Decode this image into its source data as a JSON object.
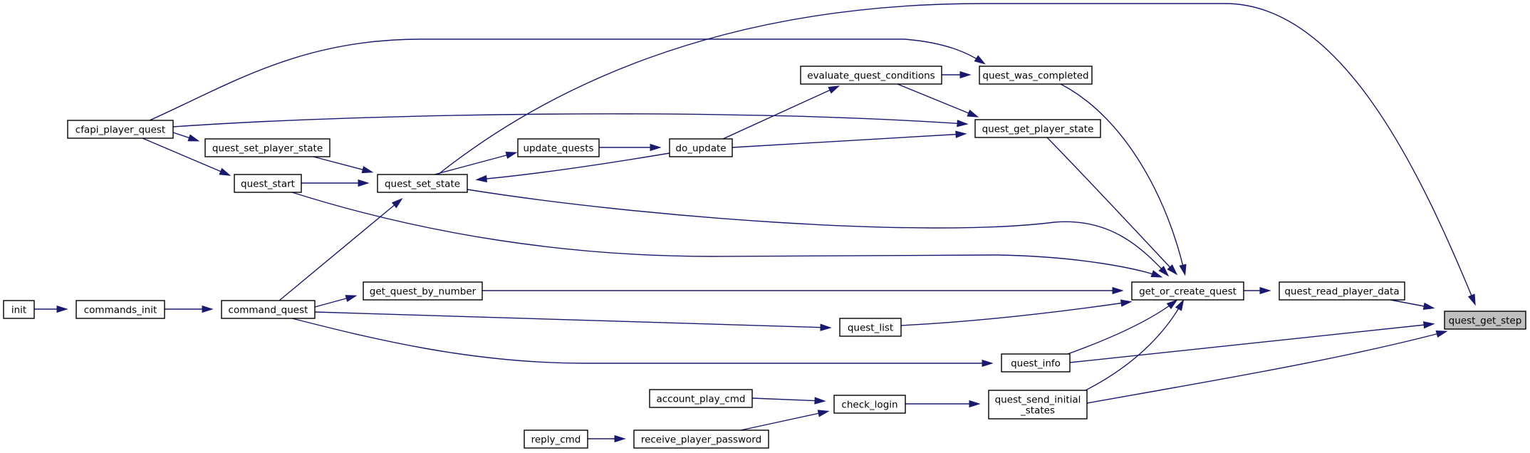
{
  "graph": {
    "title": "",
    "colors": {
      "edge": "#191970",
      "node_border": "#000000",
      "node_fill": "#ffffff",
      "root_fill": "#bfbfbf"
    },
    "nodes": {
      "quest_get_step": {
        "label": "quest_get_step",
        "root": true
      },
      "quest_read_player_data": {
        "label": "quest_read_player_data"
      },
      "get_or_create_quest": {
        "label": "get_or_create_quest"
      },
      "quest_info": {
        "label": "quest_info"
      },
      "quest_send_initial_states": {
        "label": [
          "quest_send_initial",
          "_states"
        ]
      },
      "quest_was_completed": {
        "label": "quest_was_completed"
      },
      "evaluate_quest_conditions": {
        "label": "evaluate_quest_conditions"
      },
      "quest_get_player_state": {
        "label": "quest_get_player_state"
      },
      "do_update": {
        "label": "do_update"
      },
      "update_quests": {
        "label": "update_quests"
      },
      "quest_set_state": {
        "label": "quest_set_state"
      },
      "quest_set_player_state": {
        "label": "quest_set_player_state"
      },
      "quest_start": {
        "label": "quest_start"
      },
      "cfapi_player_quest": {
        "label": "cfapi_player_quest"
      },
      "get_quest_by_number": {
        "label": "get_quest_by_number"
      },
      "quest_list": {
        "label": "quest_list"
      },
      "command_quest": {
        "label": "command_quest"
      },
      "commands_init": {
        "label": "commands_init"
      },
      "init": {
        "label": "init"
      },
      "check_login": {
        "label": "check_login"
      },
      "account_play_cmd": {
        "label": "account_play_cmd"
      },
      "receive_player_password": {
        "label": "receive_player_password"
      },
      "reply_cmd": {
        "label": "reply_cmd"
      }
    },
    "edges": [
      {
        "from": "quest_read_player_data",
        "to": "quest_get_step"
      },
      {
        "from": "quest_set_state",
        "to": "quest_get_step"
      },
      {
        "from": "quest_info",
        "to": "quest_get_step"
      },
      {
        "from": "quest_send_initial_states",
        "to": "quest_get_step"
      },
      {
        "from": "get_or_create_quest",
        "to": "quest_read_player_data"
      },
      {
        "from": "quest_was_completed",
        "to": "get_or_create_quest"
      },
      {
        "from": "quest_get_player_state",
        "to": "get_or_create_quest"
      },
      {
        "from": "quest_set_state",
        "to": "get_or_create_quest"
      },
      {
        "from": "quest_start",
        "to": "get_or_create_quest"
      },
      {
        "from": "get_quest_by_number",
        "to": "get_or_create_quest"
      },
      {
        "from": "quest_list",
        "to": "get_or_create_quest"
      },
      {
        "from": "quest_info",
        "to": "get_or_create_quest"
      },
      {
        "from": "quest_send_initial_states",
        "to": "get_or_create_quest"
      },
      {
        "from": "evaluate_quest_conditions",
        "to": "quest_was_completed"
      },
      {
        "from": "cfapi_player_quest",
        "to": "quest_was_completed"
      },
      {
        "from": "evaluate_quest_conditions",
        "to": "quest_get_player_state"
      },
      {
        "from": "do_update",
        "to": "quest_get_player_state"
      },
      {
        "from": "cfapi_player_quest",
        "to": "quest_get_player_state"
      },
      {
        "from": "do_update",
        "to": "evaluate_quest_conditions"
      },
      {
        "from": "update_quests",
        "to": "do_update"
      },
      {
        "from": "do_update",
        "to": "quest_set_state"
      },
      {
        "from": "quest_set_state",
        "to": "update_quests"
      },
      {
        "from": "quest_set_player_state",
        "to": "quest_set_state"
      },
      {
        "from": "quest_start",
        "to": "quest_set_state"
      },
      {
        "from": "command_quest",
        "to": "quest_set_state"
      },
      {
        "from": "cfapi_player_quest",
        "to": "quest_set_player_state"
      },
      {
        "from": "cfapi_player_quest",
        "to": "quest_start"
      },
      {
        "from": "command_quest",
        "to": "get_quest_by_number"
      },
      {
        "from": "command_quest",
        "to": "quest_list"
      },
      {
        "from": "command_quest",
        "to": "quest_info"
      },
      {
        "from": "commands_init",
        "to": "command_quest"
      },
      {
        "from": "init",
        "to": "commands_init"
      },
      {
        "from": "check_login",
        "to": "quest_send_initial_states"
      },
      {
        "from": "account_play_cmd",
        "to": "check_login"
      },
      {
        "from": "receive_player_password",
        "to": "check_login"
      },
      {
        "from": "reply_cmd",
        "to": "receive_player_password"
      }
    ]
  }
}
